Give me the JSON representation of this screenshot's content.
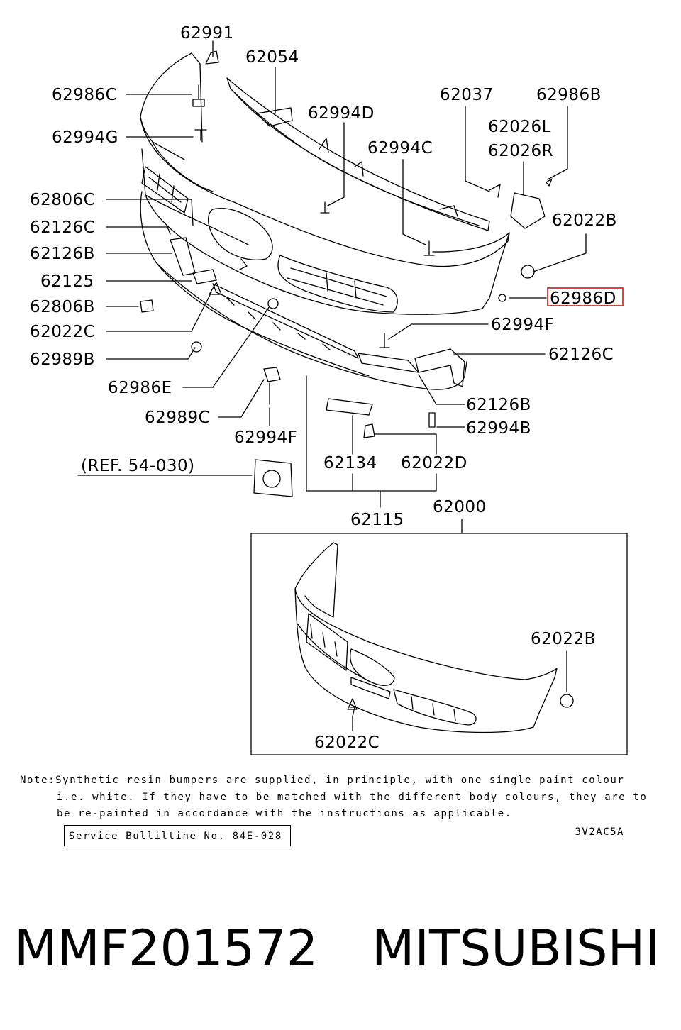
{
  "labels": {
    "p62991": "62991",
    "p62054": "62054",
    "p62986C": "62986C",
    "p62994G": "62994G",
    "p62994D": "62994D",
    "p62037": "62037",
    "p62986B": "62986B",
    "p62026L": "62026L",
    "p62026R": "62026R",
    "p62994C": "62994C",
    "p62806C": "62806C",
    "p62126C_left": "62126C",
    "p62126B_left": "62126B",
    "p62125": "62125",
    "p62806B": "62806B",
    "p62022C": "62022C",
    "p62989B": "62989B",
    "p62986E": "62986E",
    "p62989C": "62989C",
    "p62994F_low": "62994F",
    "p62022B_top": "62022B",
    "p62986D": "62986D",
    "p62994F_right": "62994F",
    "p62126C_right": "62126C",
    "p62126B_right": "62126B",
    "p62994B": "62994B",
    "p62134": "62134",
    "p62022D": "62022D",
    "ref": "(REF. 54-030)",
    "p62115": "62115",
    "p62000": "62000",
    "p62022B_box": "62022B",
    "p62022C_box": "62022C"
  },
  "highlight_part": "62986D",
  "highlight_color": "#d9302c",
  "note": {
    "line1": "Note:Synthetic resin bumpers are supplied, in principle, with one single paint colour",
    "line2": "i.e. white. If they have to be matched with the different body colours, they are to",
    "line3": "be re-painted in accordance with the instructions as applicable."
  },
  "bulletin": "Service Bulliltine No. 84E-028",
  "diagram_code": "3V2AC5A",
  "footer": {
    "part_number": "MMF201572",
    "brand": "MITSUBISHI"
  }
}
